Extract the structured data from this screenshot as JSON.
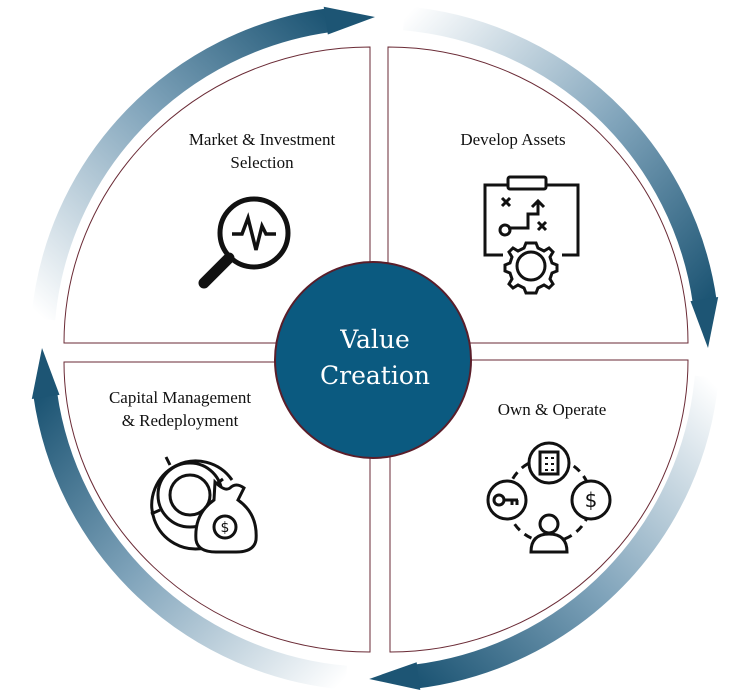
{
  "center": {
    "line1": "Value",
    "line2": "Creation"
  },
  "quadrants": [
    {
      "label_line1": "Market & Investment",
      "label_line2": "Selection",
      "icon": "magnifier-pulse-icon"
    },
    {
      "label_line1": "Develop Assets",
      "label_line2": "",
      "icon": "clipboard-strategy-gear-icon"
    },
    {
      "label_line1": "Capital Management",
      "label_line2": "& Redeployment",
      "icon": "gear-money-bag-icon"
    },
    {
      "label_line1": "Own & Operate",
      "label_line2": "",
      "icon": "building-key-dollar-person-icon"
    }
  ],
  "colors": {
    "primary": "#0b5a80",
    "border": "#5a1e2a",
    "arrow_dark": "#1d5574"
  }
}
